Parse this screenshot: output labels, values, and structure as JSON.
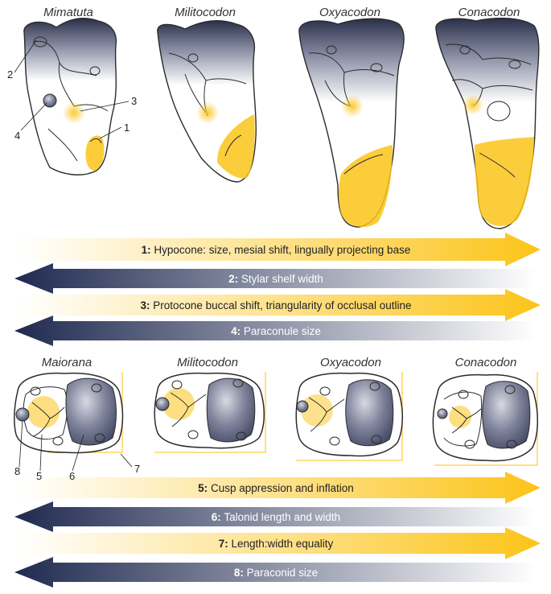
{
  "upper_row": {
    "taxa": [
      "Mimatuta",
      "Militocodon",
      "Oxyacodon",
      "Conacodon"
    ],
    "callouts": [
      "1",
      "2",
      "3",
      "4"
    ]
  },
  "lower_row": {
    "taxa": [
      "Maiorana",
      "Militocodon",
      "Oxyacodon",
      "Conacodon"
    ],
    "callouts": [
      "5",
      "6",
      "7",
      "8"
    ]
  },
  "trends": [
    {
      "num": "1:",
      "text": "Hypocone: size, mesial shift, lingually projecting base",
      "direction": "right",
      "color": "#fcc419"
    },
    {
      "num": "2:",
      "text": "Stylar shelf width",
      "direction": "left",
      "color": "#26305a"
    },
    {
      "num": "3:",
      "text": "Protocone buccal shift, triangularity of occlusal outline",
      "direction": "right",
      "color": "#fcc419"
    },
    {
      "num": "4:",
      "text": "Paraconule size",
      "direction": "left",
      "color": "#26305a"
    },
    {
      "num": "5:",
      "text": "Cusp appression and inflation",
      "direction": "right",
      "color": "#fcc419"
    },
    {
      "num": "6:",
      "text": "Talonid length and width",
      "direction": "left",
      "color": "#26305a"
    },
    {
      "num": "7:",
      "text": "Length:width equality",
      "direction": "right",
      "color": "#fcc419"
    },
    {
      "num": "8:",
      "text": "Paraconid size",
      "direction": "left",
      "color": "#26305a"
    }
  ]
}
